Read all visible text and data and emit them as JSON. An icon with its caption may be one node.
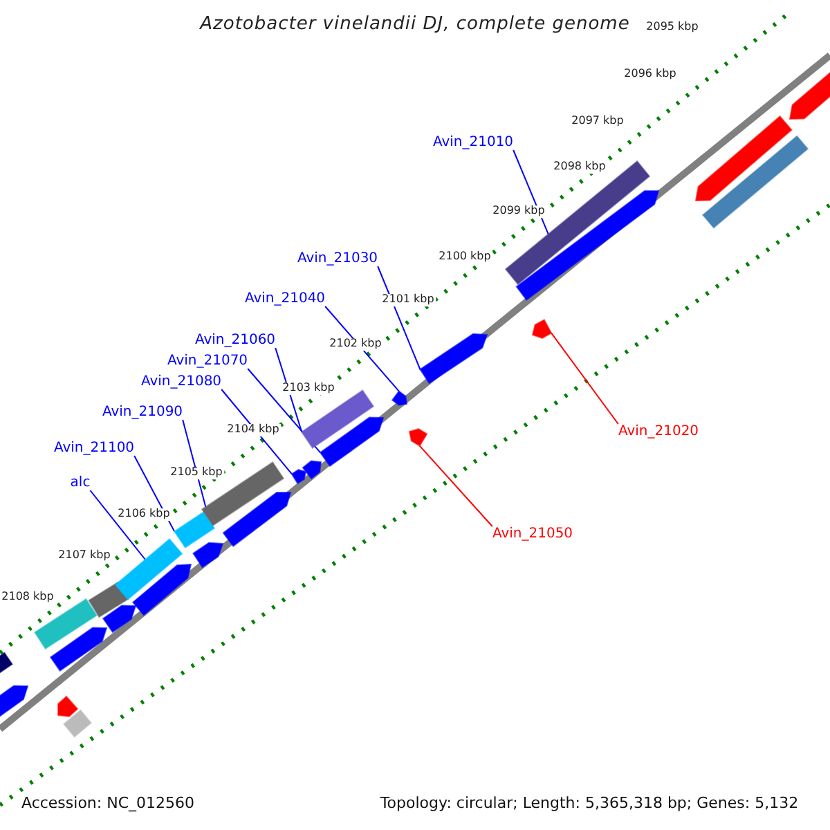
{
  "diagram": {
    "title": "Azotobacter vinelandii DJ, complete genome",
    "nodes": [
      {
        "text": [
          "Avin_21010"
        ]
      },
      {
        "text": [
          "Avin_21030"
        ]
      },
      {
        "text": [
          "Avin_21040"
        ]
      },
      {
        "text": [
          "Avin_21060"
        ]
      },
      {
        "text": [
          "Avin_21070"
        ]
      },
      {
        "text": [
          "Avin_21080"
        ]
      },
      {
        "text": [
          "Avin_21090"
        ]
      },
      {
        "text": [
          "Avin_21020"
        ]
      },
      {
        "text": [
          "Avin_21100"
        ]
      },
      {
        "text": [
          "alc"
        ]
      },
      {
        "text": [
          "Avin_21050"
        ]
      },
      {
        "text": [],
        "shape": "bar"
      },
      {
        "text": [],
        "shape": "bar"
      },
      {
        "text": [],
        "shape": "bar"
      },
      {
        "text": [],
        "shape": "bar"
      },
      {
        "text": [],
        "shape": "bar"
      },
      {
        "text": [],
        "shape": "bar"
      },
      {
        "text": [],
        "shape": "bar"
      },
      {
        "text": [],
        "shape": "bar"
      },
      {
        "text": [],
        "shape": "bar"
      },
      {
        "text": [],
        "shape": "bar"
      },
      {
        "text": [],
        "shape": "bar"
      },
      {
        "text": [],
        "shape": "bar"
      },
      {
        "text": [],
        "shape": "bar"
      },
      {
        "text": [],
        "shape": "bar"
      },
      {
        "text": [],
        "shape": "bar"
      },
      {
        "text": [],
        "shape": "bar"
      },
      {
        "text": [],
        "shape": "bar"
      },
      {
        "text": [],
        "shape": "bar"
      },
      {
        "text": [],
        "shape": "bar"
      },
      {
        "text": [],
        "shape": "bar"
      },
      {
        "text": [],
        "shape": "bar"
      },
      {
        "text": [],
        "shape": "bar"
      },
      {
        "text": [],
        "shape": "bar"
      },
      {
        "text": [],
        "shape": "bar"
      },
      {
        "text": [],
        "shape": "bar"
      },
      {
        "text": [],
        "shape": "bar"
      },
      {
        "text": [],
        "shape": "bar"
      }
    ],
    "edges": [
      {
        "from": 0,
        "to": 32,
        "arrow": "none"
      },
      {
        "from": 1,
        "to": 31,
        "arrow": "none"
      },
      {
        "from": 2,
        "to": 29,
        "arrow": "none"
      },
      {
        "from": 3,
        "to": 27,
        "arrow": "none"
      },
      {
        "from": 4,
        "to": 28,
        "arrow": "none"
      },
      {
        "from": 5,
        "to": 25,
        "arrow": "none"
      },
      {
        "from": 6,
        "to": 23,
        "arrow": "none"
      },
      {
        "from": 7,
        "to": 34,
        "arrow": "none",
        "color": "#ff0000"
      },
      {
        "from": 8,
        "to": 21,
        "arrow": "none"
      },
      {
        "from": 9,
        "to": 19,
        "arrow": "none"
      },
      {
        "from": 10,
        "to": 30,
        "arrow": "none",
        "color": "#ff0000"
      }
    ],
    "labels": [
      "2095 kbp",
      "2096 kbp",
      "2097 kbp",
      "2098 kbp",
      "2099 kbp",
      "2100 kbp",
      "2101 kbp",
      "2102 kbp",
      "2103 kbp",
      "2104 kbp",
      "2105 kbp",
      "2106 kbp",
      "2107 kbp",
      "2108 kbp",
      "Accession: NC_012560",
      "Topology: circular; Length: 5,365,318 bp; Genes: 5,132"
    ]
  }
}
